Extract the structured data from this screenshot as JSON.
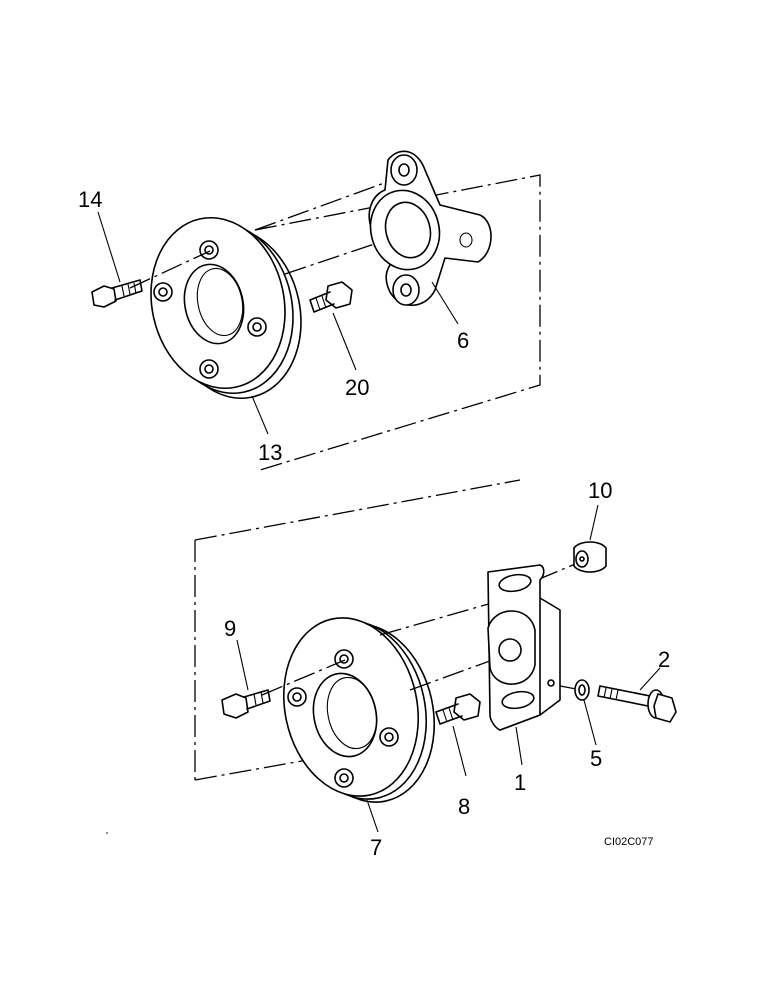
{
  "callouts": {
    "c14": "14",
    "c20": "20",
    "c6": "6",
    "c13": "13",
    "c10": "10",
    "c9": "9",
    "c2": "2",
    "c5": "5",
    "c1": "1",
    "c8": "8",
    "c7": "7"
  },
  "drawing_code": "CI02C077"
}
